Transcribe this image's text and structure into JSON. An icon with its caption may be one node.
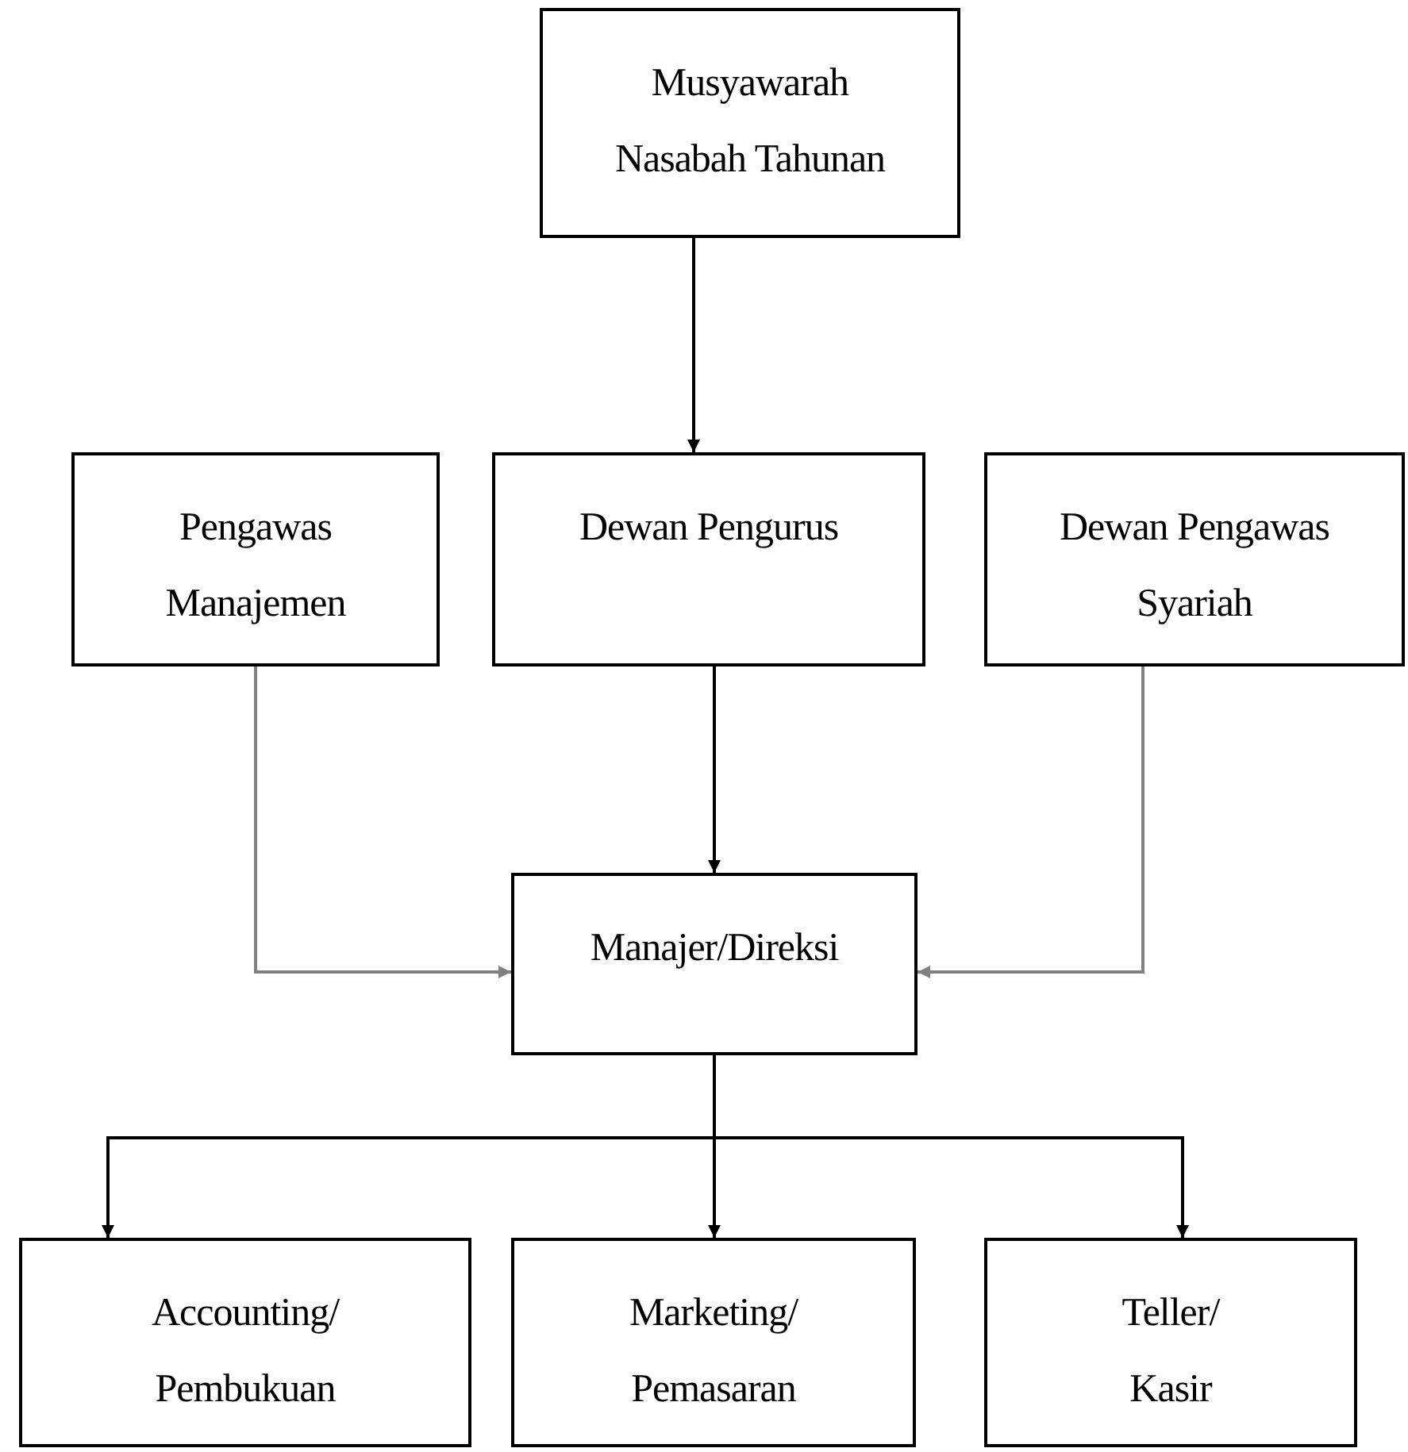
{
  "diagram": {
    "nodes": [
      {
        "text": [
          "Musyawarah Nasabah Tahunan"
        ]
      },
      {
        "text": [
          "Pengawas Manajemen"
        ]
      },
      {
        "text": [
          "Dewan Pengurus"
        ]
      },
      {
        "text": [
          "Dewan Pengawas Syariah"
        ]
      },
      {
        "text": [
          "Manajer/Direksi"
        ]
      },
      {
        "text": [
          "Accounting/ Pembukuan"
        ]
      },
      {
        "text": [
          "Marketing/ Pemasaran"
        ]
      },
      {
        "text": [
          "Teller/ Kasir"
        ]
      }
    ],
    "edges": [
      {
        "from": 0,
        "to": 2,
        "arrow": "to"
      },
      {
        "from": 2,
        "to": 4,
        "arrow": "to"
      },
      {
        "from": 1,
        "to": 4,
        "arrow": "to",
        "color": "#808080"
      },
      {
        "from": 3,
        "to": 4,
        "arrow": "to",
        "color": "#808080"
      },
      {
        "from": 4,
        "to": 5,
        "arrow": "to"
      },
      {
        "from": 4,
        "to": 6,
        "arrow": "to"
      },
      {
        "from": 4,
        "to": 7,
        "arrow": "to"
      }
    ]
  }
}
